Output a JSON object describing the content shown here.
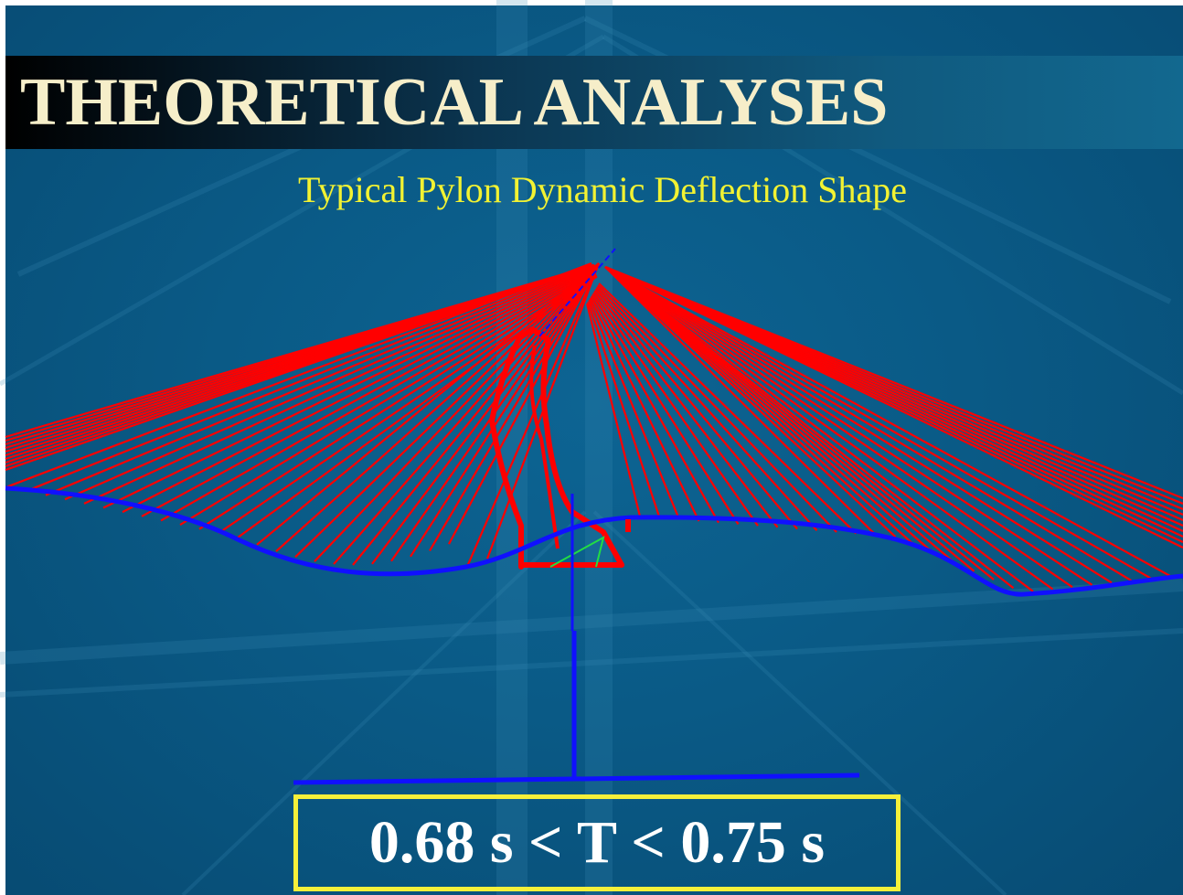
{
  "slide": {
    "title": "THEORETICAL ANALYSES",
    "subtitle": "Typical Pylon Dynamic Deflection Shape",
    "result": "0.68 s < T < 0.75 s"
  },
  "colors": {
    "background": "#0a5a86",
    "title_text": "#f6eec9",
    "subtitle_text": "#f2f232",
    "cables": "#ff0000",
    "deck": "#0000ff",
    "box_border": "#f6f03a",
    "result_text": "#ffffff"
  },
  "diagram": {
    "elements": [
      "stay-cables",
      "deflected-pylon",
      "deflected-deck",
      "pylon-axis",
      "foundation"
    ]
  }
}
